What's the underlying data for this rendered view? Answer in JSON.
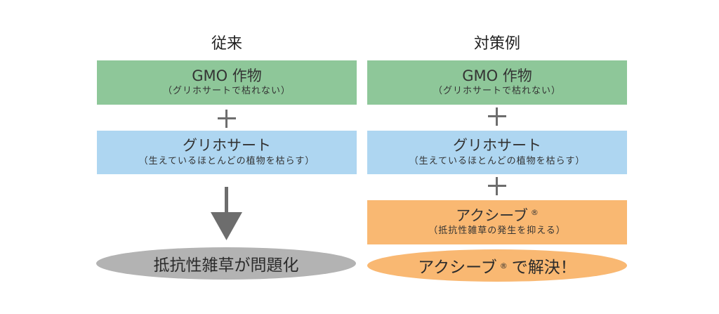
{
  "left": {
    "heading": "従来",
    "box1": {
      "main": "GMO 作物",
      "sub": "（グリホサートで枯れない）"
    },
    "plus1": "+",
    "box2": {
      "main": "グリホサート",
      "sub": "（生えているほとんどの植物を枯らす）"
    },
    "arrow": "down-arrow",
    "result": "抵抗性雑草が問題化"
  },
  "right": {
    "heading": "対策例",
    "box1": {
      "main": "GMO 作物",
      "sub": "（グリホサートで枯れない）"
    },
    "plus1": "+",
    "box2": {
      "main": "グリホサート",
      "sub": "（生えているほとんどの植物を枯らす）"
    },
    "plus2": "+",
    "box3": {
      "main": "アクシーブ",
      "reg": "®",
      "sub": "（抵抗性雑草の発生を抑える）"
    },
    "result": "アクシーブ",
    "result_reg": "®",
    "result_suffix": "で解決！"
  },
  "colors": {
    "green": "#8ec799",
    "blue": "#aed6f1",
    "orange": "#f9b872",
    "gray": "#b3b3b3",
    "arrow": "#6d6d6d"
  }
}
